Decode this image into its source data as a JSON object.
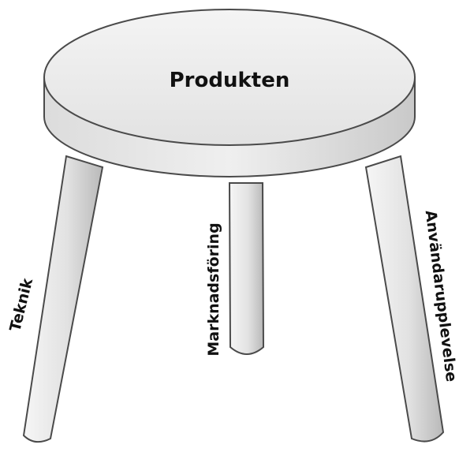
{
  "seat": {
    "label": "Produkten"
  },
  "legs": {
    "left": {
      "label": "Teknik"
    },
    "middle": {
      "label": "Marknadsföring"
    },
    "right": {
      "label": "Användarupplevelse"
    }
  },
  "colors": {
    "outline": "#4a4a4a",
    "seat_top": "#ececec",
    "seat_edge": "#d8d8d8",
    "leg_fill": "#e6e6e6",
    "leg_shadow": "#bdbdbd",
    "text": "#111111"
  }
}
